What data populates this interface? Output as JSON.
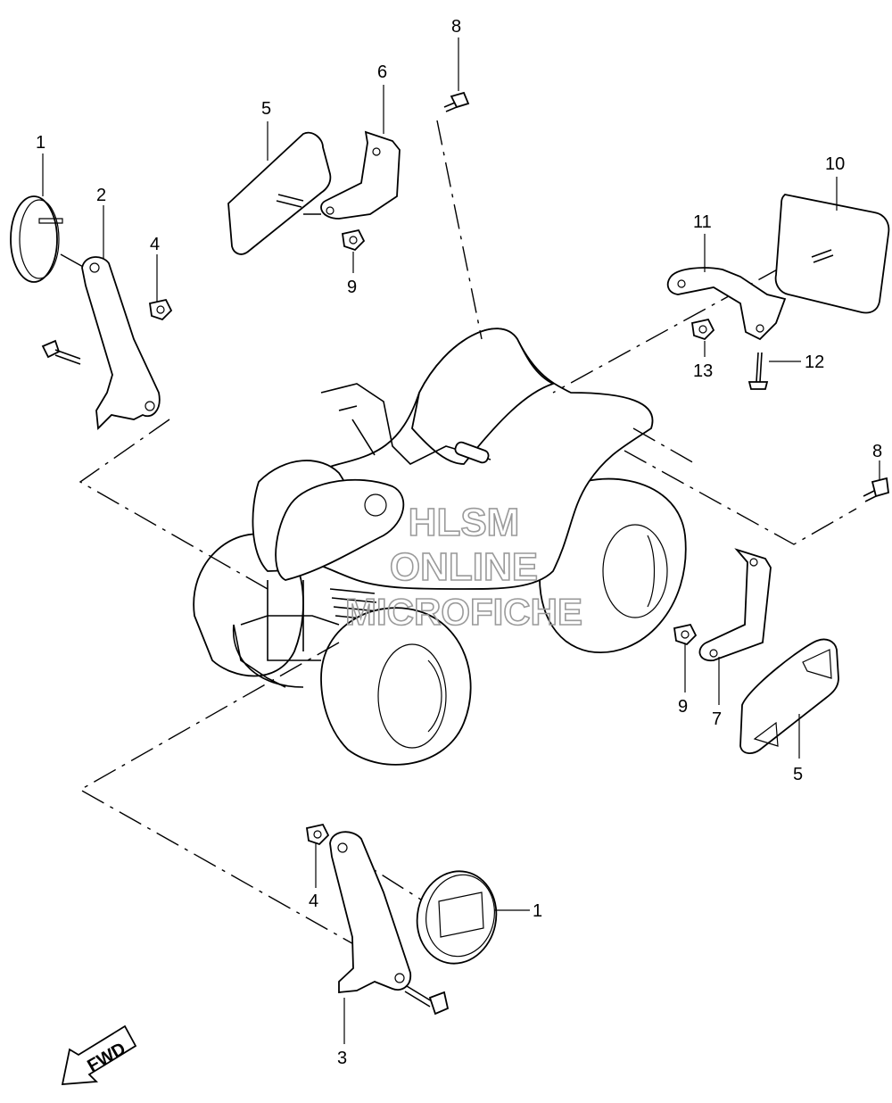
{
  "callouts": {
    "c1a": "1",
    "c2": "2",
    "c4a": "4",
    "c5a": "5",
    "c6": "6",
    "c8a": "8",
    "c9a": "9",
    "c10": "10",
    "c11": "11",
    "c12": "12",
    "c13": "13",
    "c8b": "8",
    "c9b": "9",
    "c7": "7",
    "c5b": "5",
    "c4b": "4",
    "c1b": "1",
    "c3": "3"
  },
  "watermark": {
    "line1": "HLSM",
    "line2": "ONLINE",
    "line3": "MICROFICHE"
  },
  "fwd_label": "FWD"
}
